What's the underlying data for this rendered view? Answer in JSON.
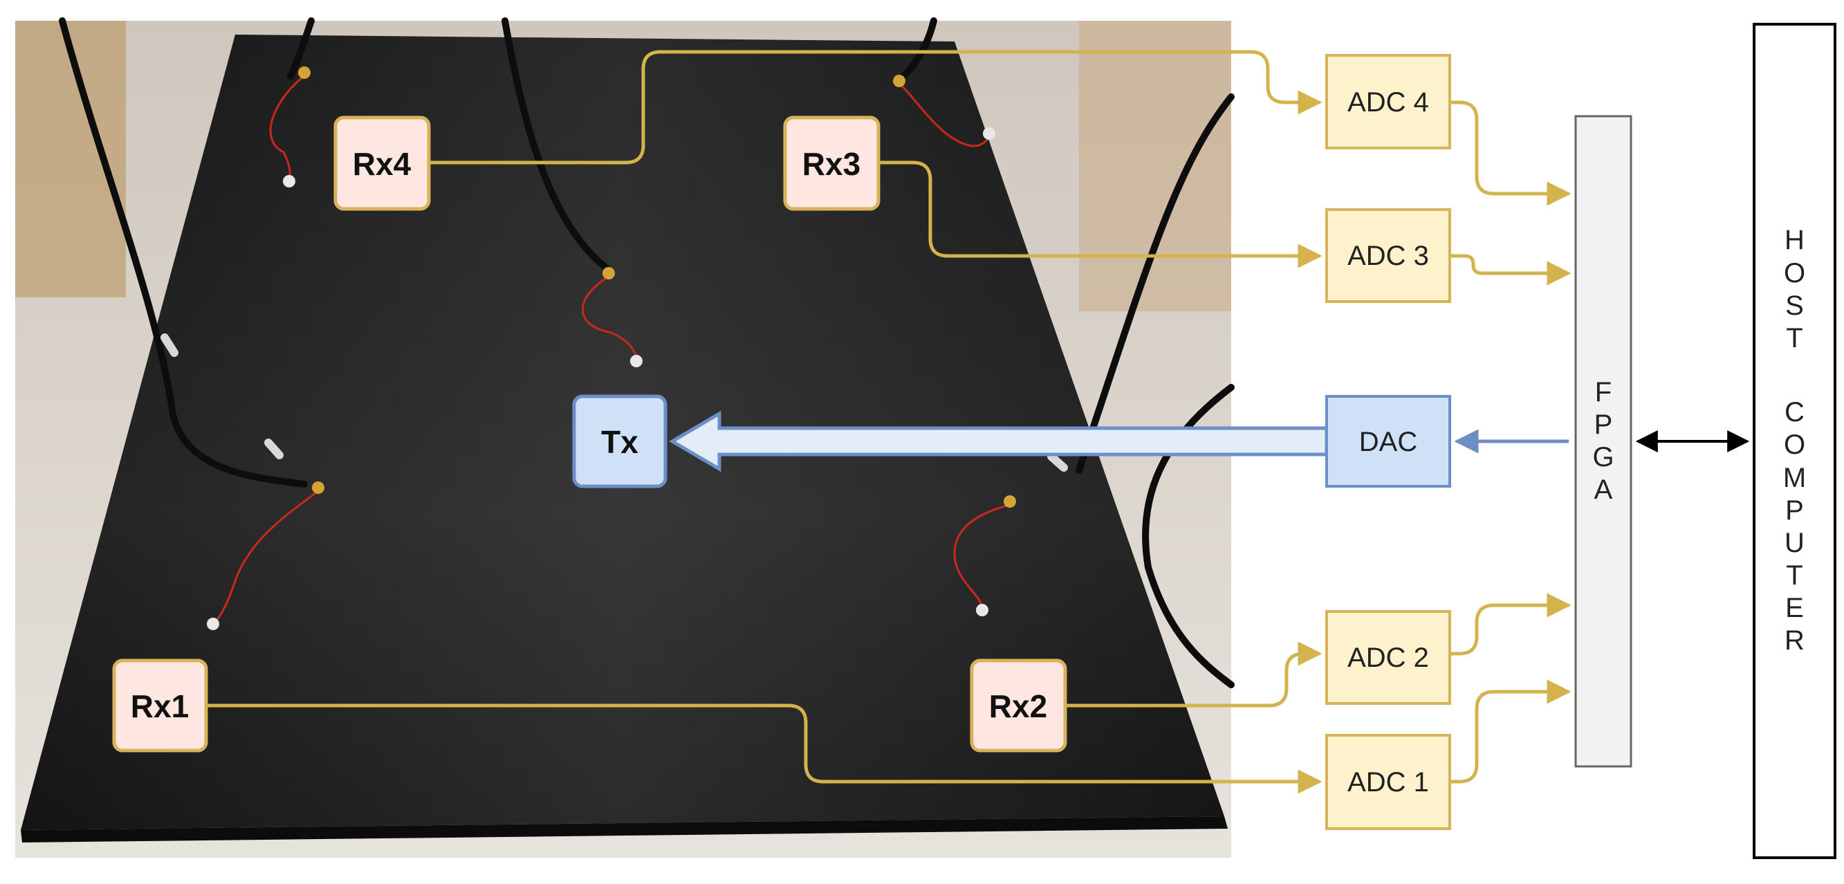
{
  "receivers": {
    "rx1": "Rx1",
    "rx2": "Rx2",
    "rx3": "Rx3",
    "rx4": "Rx4"
  },
  "transmitter": "Tx",
  "converters": {
    "adc1": "ADC 1",
    "adc2": "ADC 2",
    "adc3": "ADC 3",
    "adc4": "ADC 4",
    "dac": "DAC"
  },
  "fpga": "FPGA",
  "host": "HOST COMPUTER",
  "colors": {
    "rx_fill": "#fde7e0",
    "rx_border": "#d9b35a",
    "adc_fill": "#fdf2cc",
    "adc_border": "#d9b35a",
    "signal_line": "#d4b24c",
    "tx_fill": "#cfe0f7",
    "tx_border": "#6b8fc6",
    "dac_line": "#6d8ec4",
    "fpga_fill": "#f2f2f2",
    "fpga_border": "#666666",
    "host_border": "#000000",
    "plate": "#1c1c1c"
  }
}
